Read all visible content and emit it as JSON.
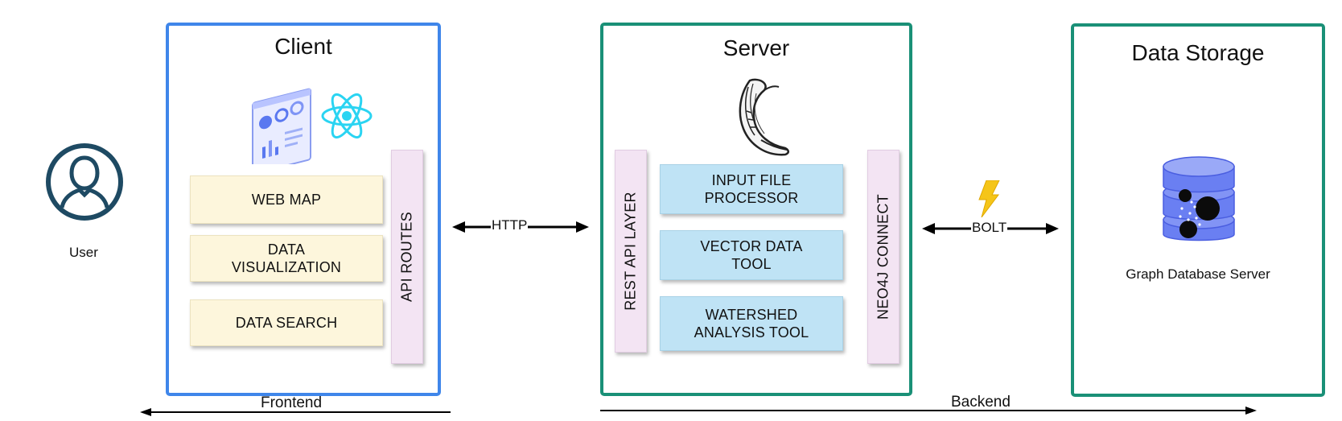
{
  "user": {
    "label": "User"
  },
  "client": {
    "title": "Client",
    "modules": [
      "WEB MAP",
      "DATA\nVISUALIZATION",
      "DATA SEARCH"
    ],
    "routes": "API ROUTES"
  },
  "server": {
    "title": "Server",
    "rest_layer": "REST API LAYER",
    "tools": [
      "INPUT FILE\nPROCESSOR",
      "VECTOR DATA\nTOOL",
      "WATERSHED\nANALYSIS TOOL"
    ],
    "connector": "NEO4J CONNECT"
  },
  "storage": {
    "title": "Data Storage",
    "db_label": "Graph Database Server"
  },
  "connections": {
    "http": "HTTP",
    "bolt": "BOLT"
  },
  "layers": {
    "frontend": "Frontend",
    "backend": "Backend"
  },
  "icons": {
    "user": "user-avatar-icon",
    "dashboard": "dashboard-illustration-icon",
    "react": "react-logo-icon",
    "flask": "flask-logo-icon",
    "bolt": "lightning-bolt-icon",
    "database": "graph-database-icon"
  },
  "colors": {
    "client_border": "#3f86ea",
    "server_border": "#1a9077",
    "module_fill": "#fdf6dc",
    "tool_fill": "#bfe3f5",
    "layer_fill": "#f3e4f3",
    "user_icon": "#1e4a63",
    "react": "#2ad4f2",
    "bolt": "#f5c518",
    "database": "#6a7ff2"
  }
}
